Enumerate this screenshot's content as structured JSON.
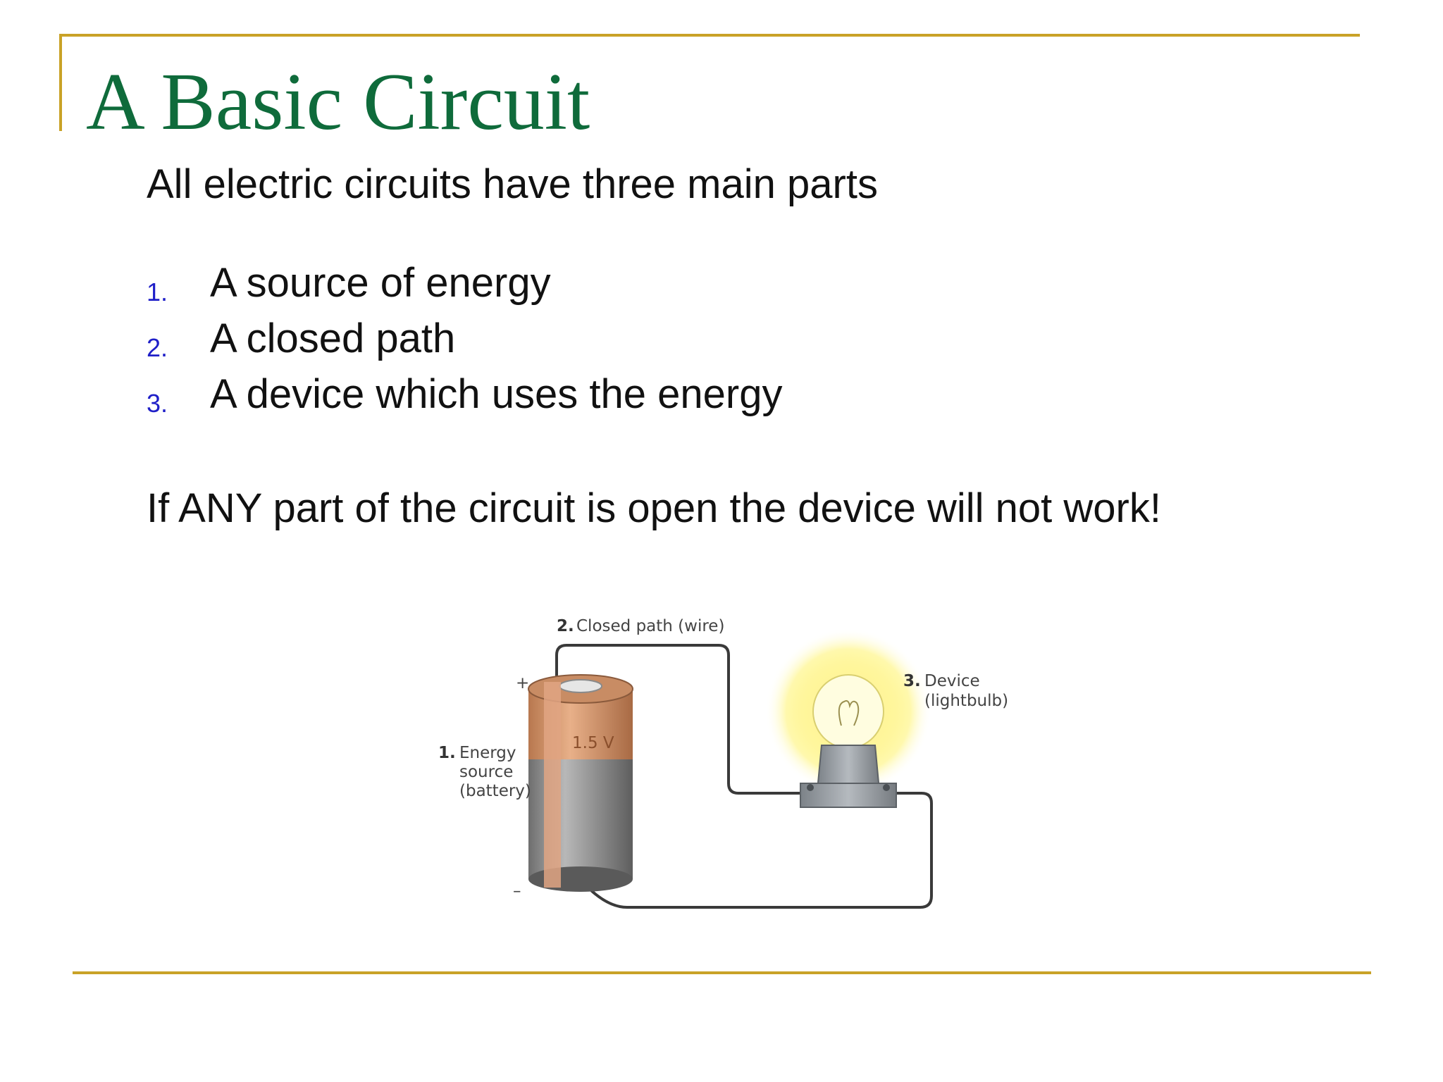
{
  "slide": {
    "title": "A Basic Circuit",
    "intro": "All electric circuits have three main parts",
    "parts": [
      {
        "number": "1.",
        "text": "A source of energy"
      },
      {
        "number": "2.",
        "text": "A closed path"
      },
      {
        "number": "3.",
        "text": "A device which uses the energy"
      }
    ],
    "warning": "If ANY part of the circuit is open the device will not work!"
  },
  "figure": {
    "wire_label_num": "2.",
    "wire_label": "Closed path (wire)",
    "device_label_num": "3.",
    "device_label_line1": "Device",
    "device_label_line2": "(lightbulb)",
    "battery_label_num": "1.",
    "battery_label_line1": "Energy",
    "battery_label_line2": "source",
    "battery_label_line3": "(battery)",
    "battery_voltage": "1.5 V",
    "plus_sign": "+",
    "minus_sign": "–"
  },
  "colors": {
    "title": "#0f6b3b",
    "rule": "#c9a227",
    "list_number": "#1f1fc8",
    "battery_top": "#d9a07a",
    "battery_body": "#8a8a8a",
    "bulb_glow": "#fff36b"
  }
}
